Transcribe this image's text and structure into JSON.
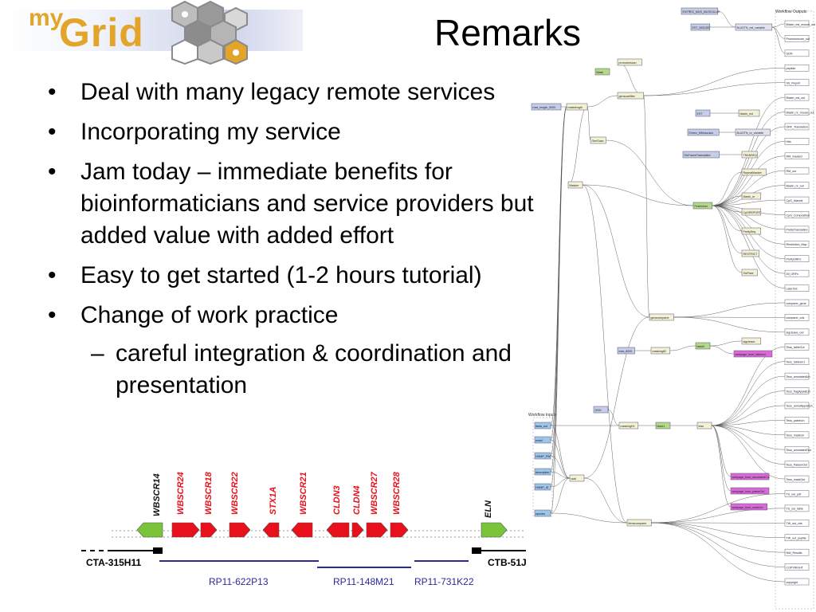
{
  "logo": {
    "my": "my",
    "grid": "Grid"
  },
  "title": "Remarks",
  "bullets": [
    "Deal with many legacy remote services",
    "Incorporating my service",
    "Jam today – immediate benefits for bioinformaticians and service providers but added value with added effort",
    "Easy to get started (1-2 hours tutorial)",
    "Change of work practice"
  ],
  "sub_bullet": "careful  integration & coordination and presentation",
  "genemap": {
    "genes": [
      "WBSCR14",
      "WBSCR24",
      "WBSCR18",
      "WBSCR22",
      "STX1A",
      "WBSCR21",
      "CLDN3",
      "CLDN4",
      "WBSCR27",
      "WBSCR28",
      "ELN"
    ],
    "clones_left": "CTA-315H11",
    "clones_right": "CTB-51J",
    "bacs": [
      "RP11-622P13",
      "RP11-148M21",
      "RP11-731K22"
    ]
  },
  "workflow": {
    "inputs_label": "Workflow Inputs",
    "outputs_label": "Workflow Outputs",
    "inputs": [
      "fasta_out",
      "email",
      "HGMP_PW",
      "description",
      "HGMP_ID",
      "species"
    ],
    "processors": [
      "ENTREZ_MUS_MUSCULUS",
      "EST_MOUSE",
      "BLASTN_est_variable",
      "promotorscan",
      "Mask",
      "genscanfilter",
      "max_length_5000",
      "masklength",
      "GenScan",
      "Masker",
      "EST",
      "blastn_est",
      "Entrez_MMusculus",
      "BLASTN_nr_variable",
      "SixFrameTranslation",
      "TRANSEQ",
      "RepeatMasker",
      "FetchUser",
      "blastn_nr",
      "CpGREPORT",
      "PrettySeq",
      "RESTRICT",
      "SixPack",
      "genecomparer",
      "max_8000",
      "masking82",
      "blast2",
      "sigcleave",
      "webpage_from_tablecol",
      "2000",
      "maskingH1",
      "blast1",
      "tess",
      "webpage_from_annotatedCol",
      "webpage_from_pateeOut",
      "webpage_from_maskUn",
      "wait",
      "femscomparer"
    ],
    "outputs": [
      "Blastn_est_mouse_out",
      "Promotorscan_out",
      "GDN",
      "peptide",
      "SS_Report",
      "Blastn_est_out",
      "Blastn_nr_mouse_out",
      "ORF_Translation",
      "Hits",
      "RM_masked",
      "RM_out",
      "Blastn_nr_out",
      "CpG_Islands",
      "CpG_Composition",
      "PrettyTranslation",
      "Restriction_Map",
      "PrettyORFs",
      "All_ORFs",
      "LaterOut",
      "comparer_gene",
      "comparer_cds",
      "sigcleave_out",
      "Tess_tableOut",
      "Tess_tableUn1",
      "Tess_annotatedUn",
      "Tess_fragApplatUn",
      "Tess_annotApplatUn",
      "Tess_pateeUn",
      "Tess_maskUn",
      "Tess_annotatedOut",
      "Tess_PateenOut",
      "Tess_maskOut",
      "TS_out_pdf",
      "TS_out_table",
      "TW_out_cds",
      "TW_out_pepfile",
      "NW_Results",
      "COPYRIGHT",
      "copyright"
    ]
  },
  "colors": {
    "logo": "#e2a52a",
    "gene_red": "#e8101a",
    "gene_green": "#7ac43a",
    "bac_blue": "#2a2a9a"
  }
}
